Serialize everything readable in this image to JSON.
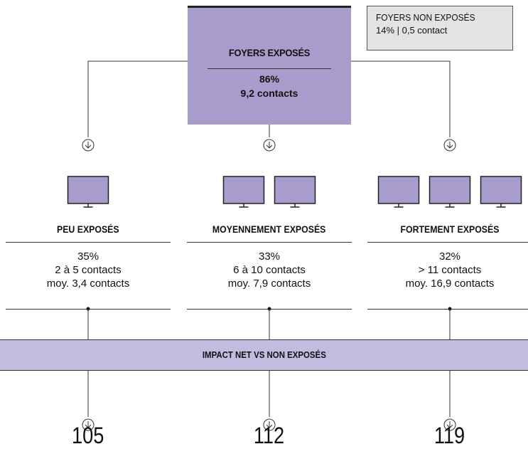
{
  "top_box": {
    "title": "FOYERS EXPOSÉS",
    "percent": "86%",
    "contacts": "9,2 contacts",
    "fill_color": "#a89ccc"
  },
  "side_box": {
    "title": "FOYERS NON EXPOSÉS",
    "detail": "14% | 0,5 contact",
    "fill_color": "#e3e3e3"
  },
  "icons": {
    "arrow": "circle-arrow-down-icon",
    "tv": "tv-screen-icon"
  },
  "groups": [
    {
      "title": "PEU EXPOSÉS",
      "tv_count": 1,
      "percent": "35%",
      "range": "2 à 5 contacts",
      "average": "moy. 3,4 contacts",
      "impact": "105"
    },
    {
      "title": "MOYENNEMENT EXPOSÉS",
      "tv_count": 2,
      "percent": "33%",
      "range": "6 à 10 contacts",
      "average": "moy. 7,9 contacts",
      "impact": "112"
    },
    {
      "title": "FORTEMENT EXPOSÉS",
      "tv_count": 3,
      "percent": "32%",
      "range": "> 11 contacts",
      "average": "moy. 16,9 contacts",
      "impact": "119"
    }
  ],
  "impact_bar": {
    "label": "IMPACT NET VS NON EXPOSÉS",
    "fill_color": "#c4bbe0"
  }
}
